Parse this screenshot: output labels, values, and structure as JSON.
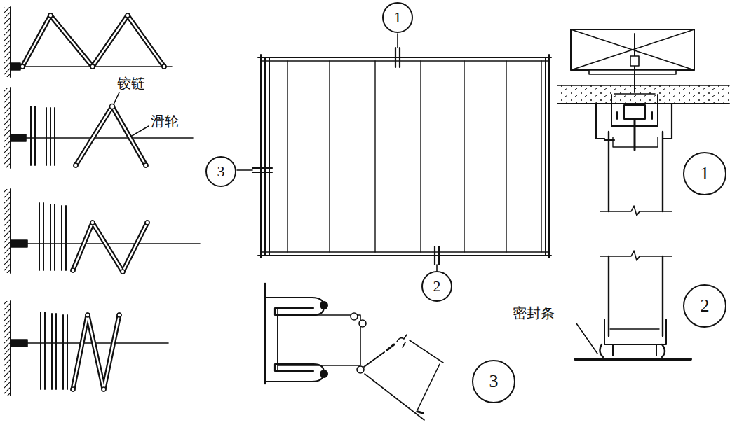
{
  "diagram": {
    "nodes": [
      {
        "text": [
          "1"
        ]
      },
      {
        "text": [
          "3"
        ]
      },
      {
        "text": [
          "1"
        ]
      },
      {
        "text": [
          "2"
        ]
      },
      {
        "text": [
          "2"
        ]
      },
      {
        "text": [
          "3"
        ]
      }
    ],
    "labels": [
      "铰链",
      "滑轮",
      "密封条"
    ]
  }
}
